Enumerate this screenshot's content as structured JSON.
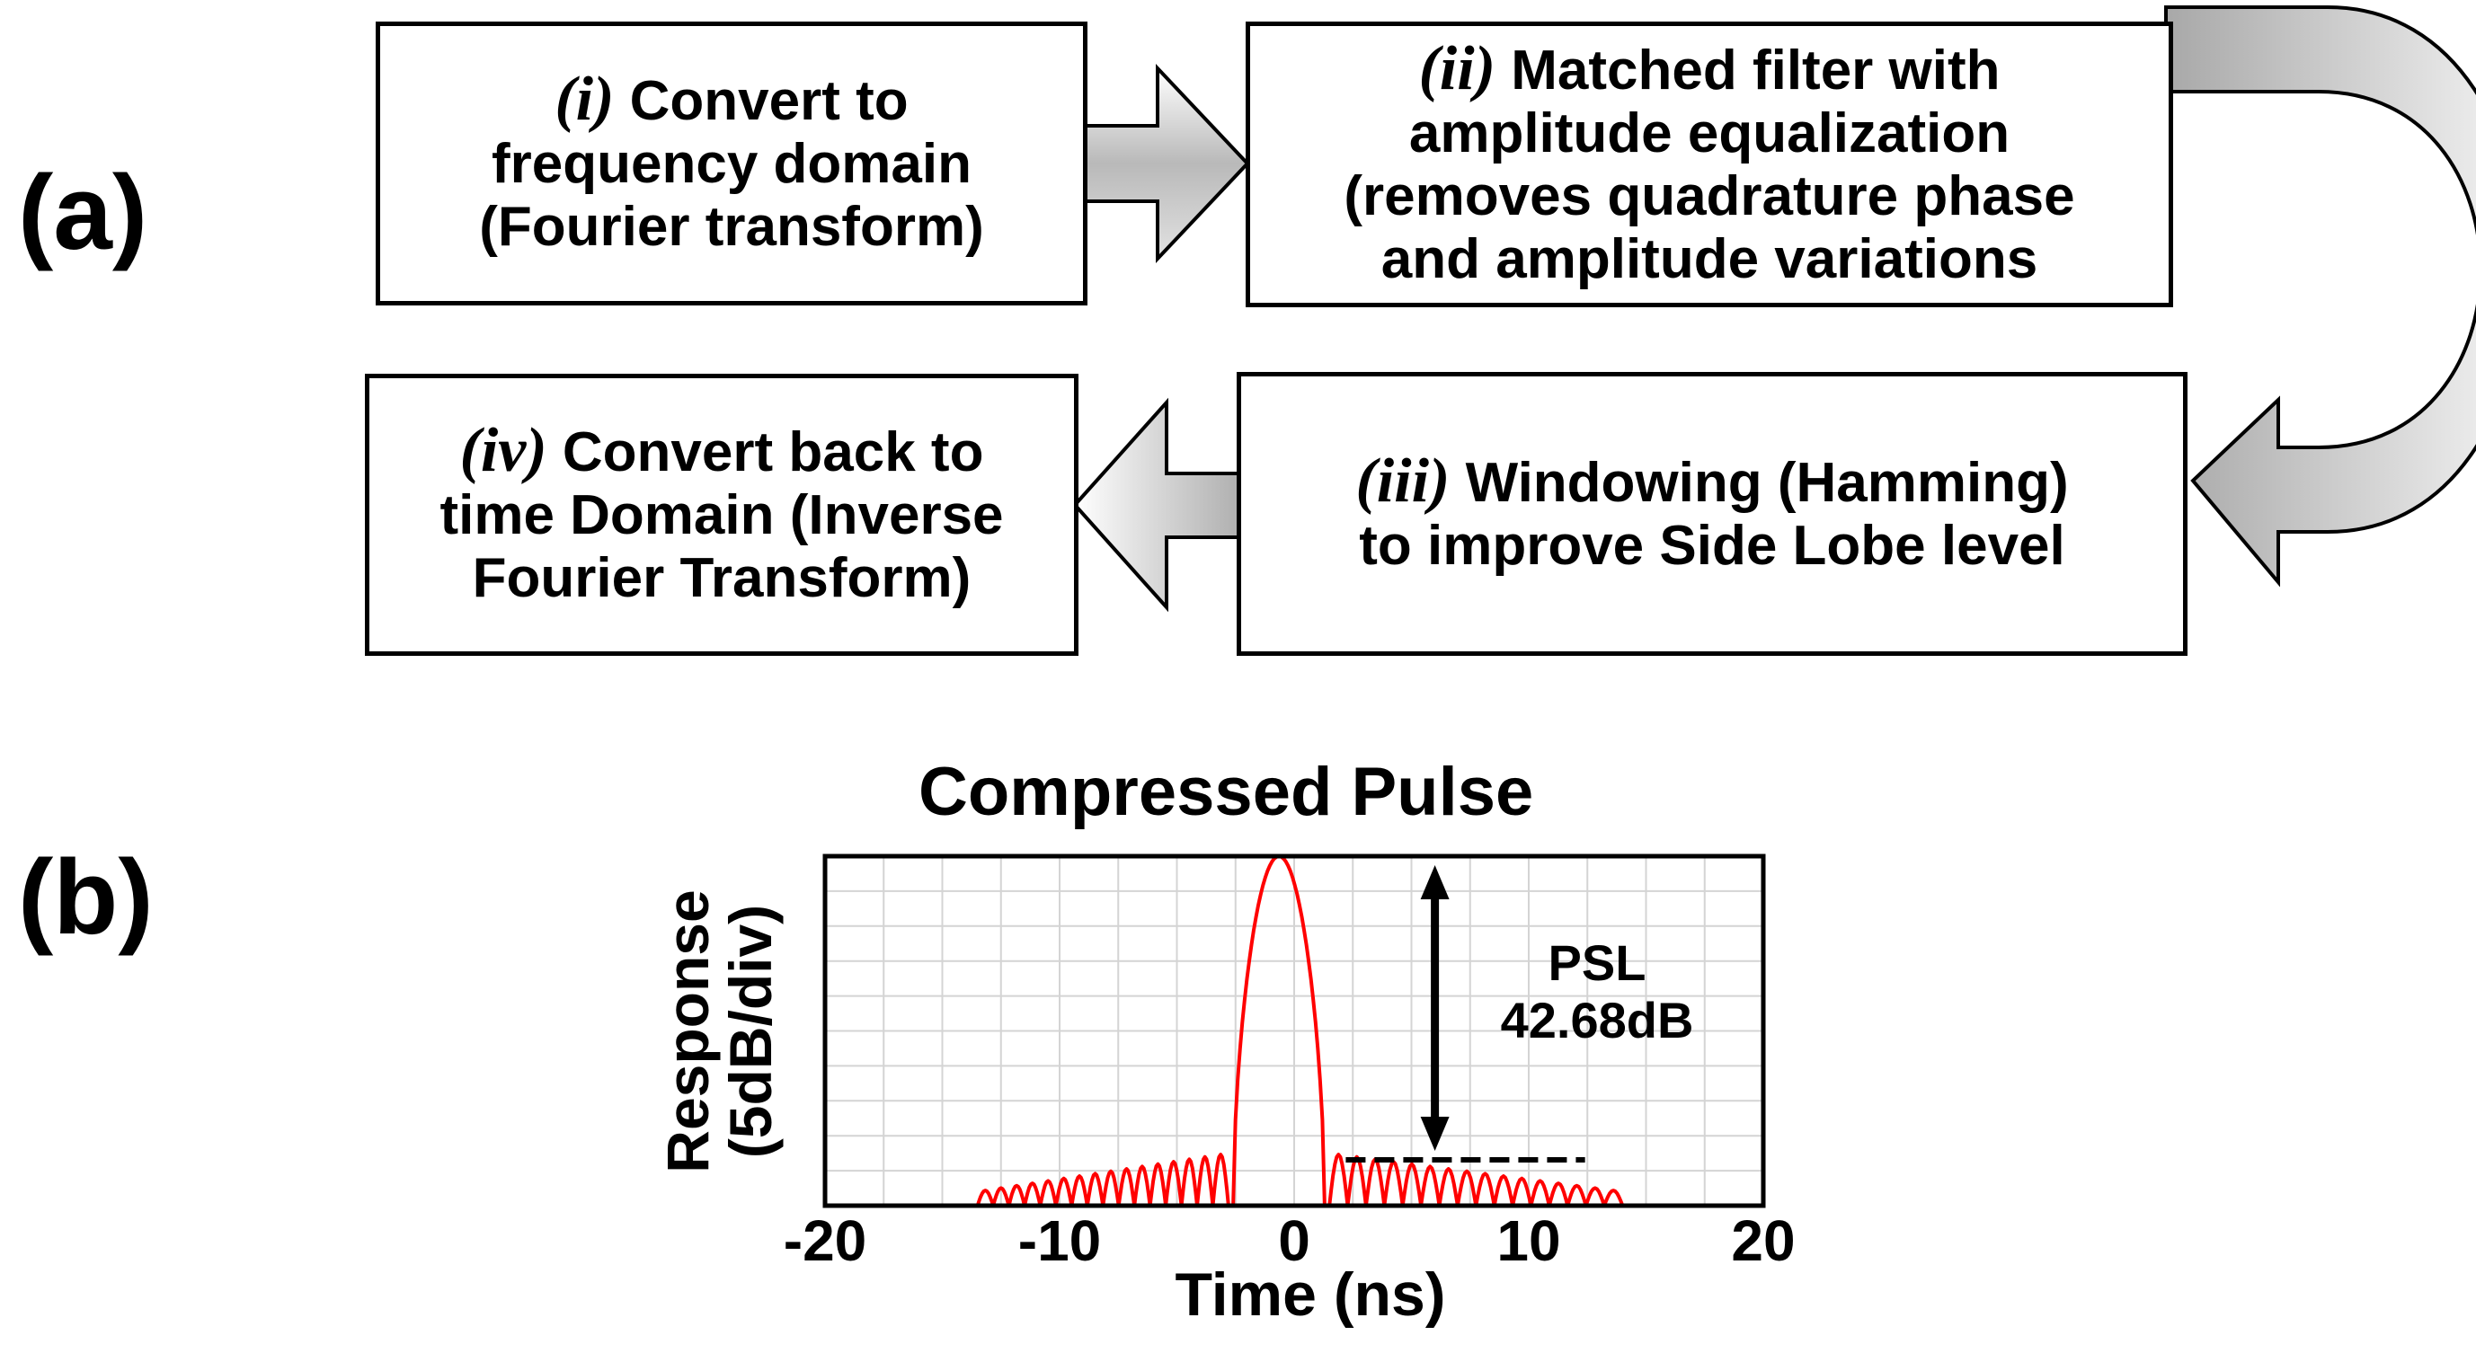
{
  "panels": {
    "a_label": "(a)",
    "b_label": "(b)"
  },
  "flow": {
    "step1": {
      "num": "(i)",
      "text": "Convert to",
      "text2": "frequency domain",
      "text3": "(Fourier transform)"
    },
    "step2": {
      "num": "(ii)",
      "text": "Matched filter with",
      "text2": "amplitude equalization",
      "text3": "(removes quadrature phase",
      "text4": "and amplitude variations"
    },
    "step3": {
      "num": "(iii)",
      "text": "Windowing (Hamming)",
      "text2": "to improve Side Lobe level"
    },
    "step4": {
      "num": "(iv)",
      "text": "Convert back to",
      "text2": "time Domain (Inverse",
      "text3": "Fourier Transform)"
    }
  },
  "chart_data": {
    "type": "line",
    "title": "Compressed Pulse",
    "xlabel": "Time (ns)",
    "ylabel_line1": "Response",
    "ylabel_line2": "(5dB/div)",
    "xlim": [
      -20,
      20
    ],
    "xticks": [
      "-20",
      "-10",
      "0",
      "10",
      "20"
    ],
    "ylim": [
      -50,
      0
    ],
    "y_div_db": 5,
    "grid": true,
    "series_color": "#ff0000",
    "main_lobe": {
      "peak_time": -0.8,
      "peak_db": 0,
      "null_times": [
        -2.6,
        1.3
      ]
    },
    "sidelobes": {
      "left": {
        "from": -13.5,
        "to": -2.8,
        "count": 16,
        "max_db": -42.68
      },
      "right": {
        "from": 1.5,
        "to": 14.0,
        "count": 16,
        "max_db": -42.68
      },
      "floor_db": -50
    },
    "annotation": {
      "line1": "PSL",
      "line2": "42.68dB",
      "psl_db": 42.68
    }
  }
}
